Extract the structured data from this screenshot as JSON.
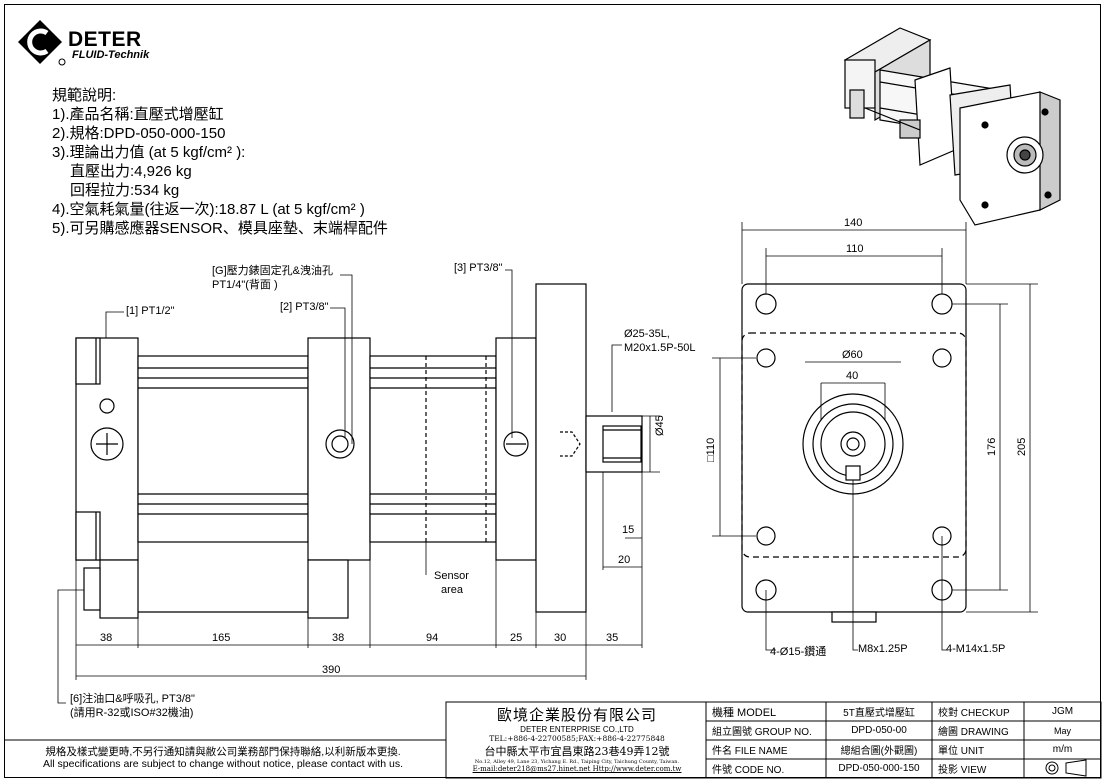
{
  "logo": {
    "name": "DETER",
    "subtitle": "FLUID-Technik"
  },
  "spec": {
    "heading": "規範說明:",
    "lines": [
      "1).產品名稱:直壓式增壓缸",
      "2).規格:DPD-050-000-150",
      "3).理論出力值 (at 5 kgf/cm² ):",
      "直壓出力:4,926 kg",
      "回程拉力:534 kg",
      "4).空氣耗氣量(往返一次):18.87 L (at 5 kgf/cm² )",
      "5).可另購感應器SENSOR、模具座墊、末端桿配件"
    ]
  },
  "side_labels": {
    "port1": "[1] PT1/2\"",
    "port2": "[2] PT3/8\"",
    "port3": "[3] PT3/8\"",
    "portG_1": "[G]壓力錶固定孔&洩油孔",
    "portG_2": "PT1/4\"(背面 )",
    "port6_1": "[6]注油口&呼吸孔, PT3/8\"",
    "port6_2": "(請用R-32或ISO#32機油)",
    "rod_1": "Ø25-35L,",
    "rod_2": "M20x1.5P-50L",
    "sensor_1": "Sensor",
    "sensor_2": "area",
    "d45": "Ø45",
    "d15": "15",
    "d20": "20"
  },
  "side_dims": [
    "38",
    "165",
    "38",
    "94",
    "25",
    "30",
    "35"
  ],
  "total_length": "390",
  "front": {
    "w140": "140",
    "w110": "110",
    "d60": "Ø60",
    "w40": "40",
    "h110": "□110",
    "h176": "176",
    "h205": "205",
    "hole1": "4-Ø15-鑽通",
    "hole2": "M8x1.25P",
    "hole3": "4-M14x1.5P"
  },
  "notes": {
    "cn": "規格及樣式變更時,不另行通知請與敝公司業務部門保持聯絡,以利新版本更換.",
    "en": "All specifications are subject to change without notice, please contact with us."
  },
  "company": {
    "name": "歐境企業股份有限公司",
    "name_en": "DETER ENTERPRISE CO.,LTD",
    "tel": "TEL:+886-4-22700585;FAX:+886-4-22775848",
    "addr_cn": "台中縣太平市宜昌東路23巷49弄12號",
    "addr_en": "No.12, Alley 49, Lane 23, Yichang E. Rd., Taiping City, Taichung County, Taiwan.",
    "web": "E-mail:deter218@ms27.hinet.net  Http://www.deter.com.tw"
  },
  "titleblock": {
    "model_label": "機種 MODEL",
    "model": "5T直壓式增壓缸",
    "check_label": "校對 CHECKUP",
    "check": "JGM",
    "group_label": "組立圖號 GROUP NO.",
    "group": "DPD-050-00",
    "drawing_label": "繪圖 DRAWING",
    "drawing": "May",
    "file_label": "件名 FILE NAME",
    "file": "總組合圖(外觀圖)",
    "unit_label": "單位 UNIT",
    "unit": "m/m",
    "code_label": "件號 CODE NO.",
    "code": "DPD-050-000-150",
    "view_label": "投影 VIEW"
  }
}
